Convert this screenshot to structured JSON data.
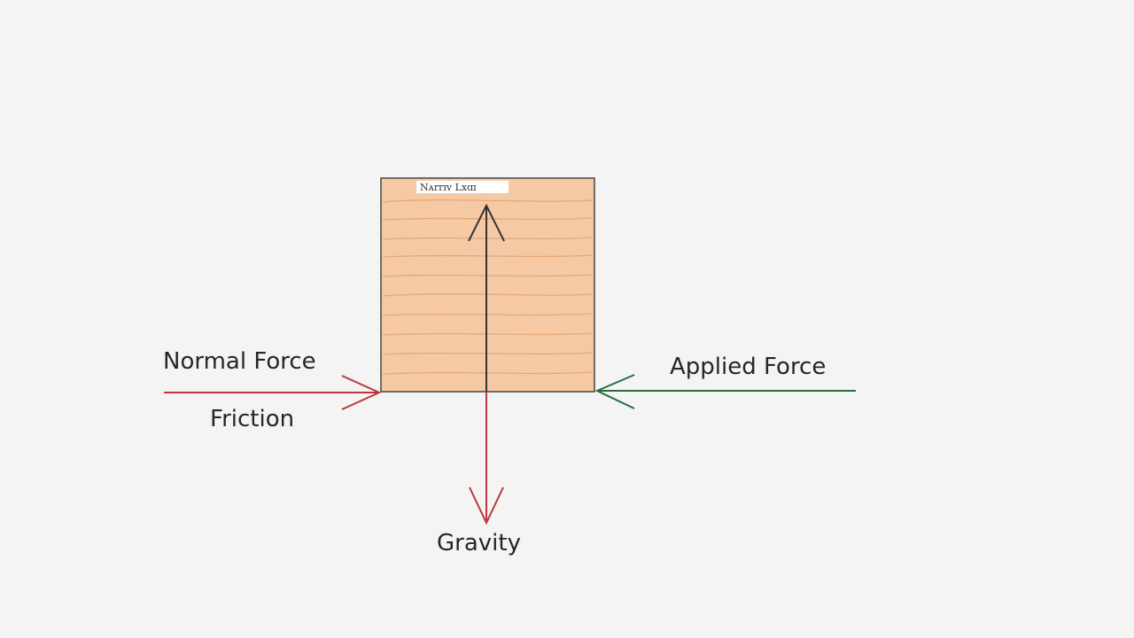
{
  "diagram": {
    "box_label": "Nᴀrrɪv Lxɑɪ",
    "labels": {
      "normal_force": "Normal Force",
      "friction": "Friction",
      "applied_force": "Applied Force",
      "gravity": "Gravity"
    },
    "colors": {
      "background": "#f4f4f4",
      "box_fill": "#f6c9a5",
      "box_stroke": "#444444",
      "grain": "#e4a978",
      "friction_arrow": "#b8383d",
      "applied_arrow": "#2d6b3f",
      "gravity_arrow": "#b8383d",
      "normal_arrow": "#333333",
      "text": "#262626"
    }
  }
}
